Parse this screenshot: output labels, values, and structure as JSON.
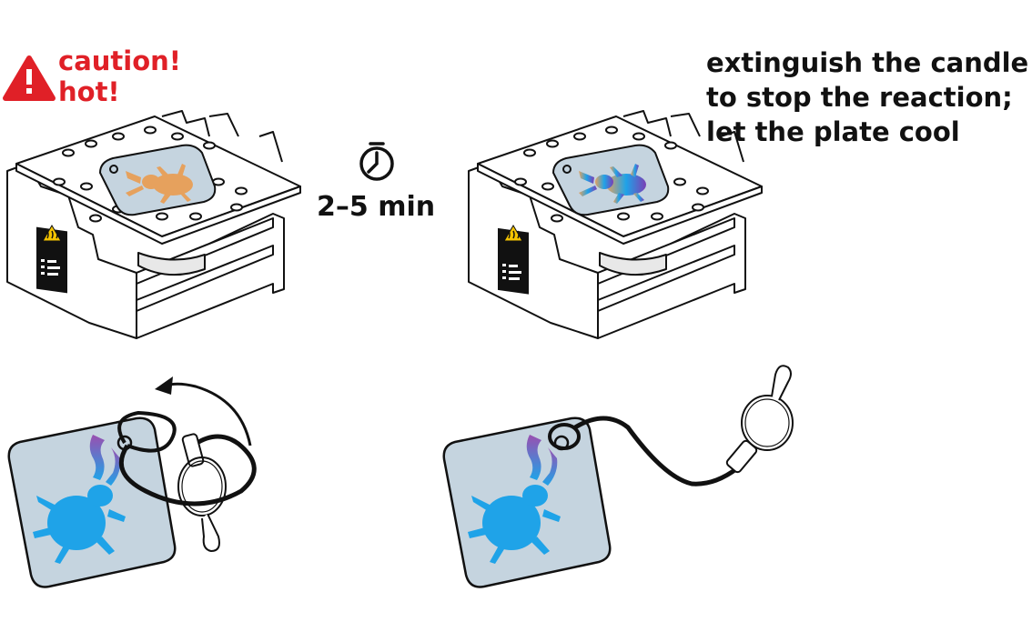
{
  "warning": {
    "line1": "caution!",
    "line2": "hot!",
    "color": "#e02027"
  },
  "timer": {
    "label": "2–5 min"
  },
  "instruction": {
    "line1": "extinguish the candle",
    "line2": "to stop the reaction;",
    "line3": "let the plate cool"
  },
  "colors": {
    "plate": "#c5d4df",
    "beetle_before": "#e6a15d",
    "beetle_after_blue": "#1fa3e8",
    "beetle_after_purple": "#9a4fb0",
    "warning_red": "#e02027",
    "line": "#111111"
  },
  "icons": [
    "warning-triangle-icon",
    "clock-icon",
    "hot-surface-label-icon",
    "rotate-arrow-icon"
  ]
}
